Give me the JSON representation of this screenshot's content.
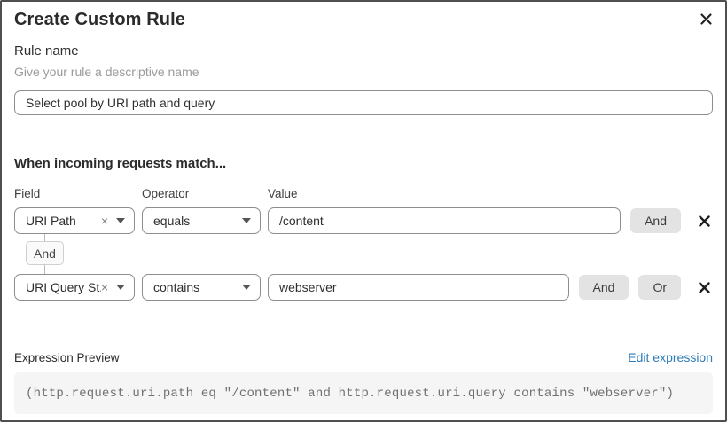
{
  "modal": {
    "title": "Create Custom Rule"
  },
  "rule_name": {
    "label": "Rule name",
    "hint": "Give your rule a descriptive name",
    "value": "Select pool by URI path and query"
  },
  "matcher": {
    "heading": "When incoming requests match...",
    "columns": {
      "field": "Field",
      "operator": "Operator",
      "value": "Value"
    },
    "connector_label": "And",
    "rows": [
      {
        "field": "URI Path",
        "operator": "equals",
        "value": "/content",
        "buttons": [
          "And"
        ]
      },
      {
        "field": "URI Query St...",
        "operator": "contains",
        "value": "webserver",
        "buttons": [
          "And",
          "Or"
        ]
      }
    ]
  },
  "expression": {
    "label": "Expression Preview",
    "edit_link": "Edit expression",
    "code": "(http.request.uri.path eq \"/content\" and http.request.uri.query contains \"webserver\")"
  },
  "icons": {
    "clear": "×"
  },
  "colors": {
    "link_blue": "#2e7cb9",
    "button_gray": "#e3e3e3",
    "code_bg": "#f5f5f5"
  }
}
